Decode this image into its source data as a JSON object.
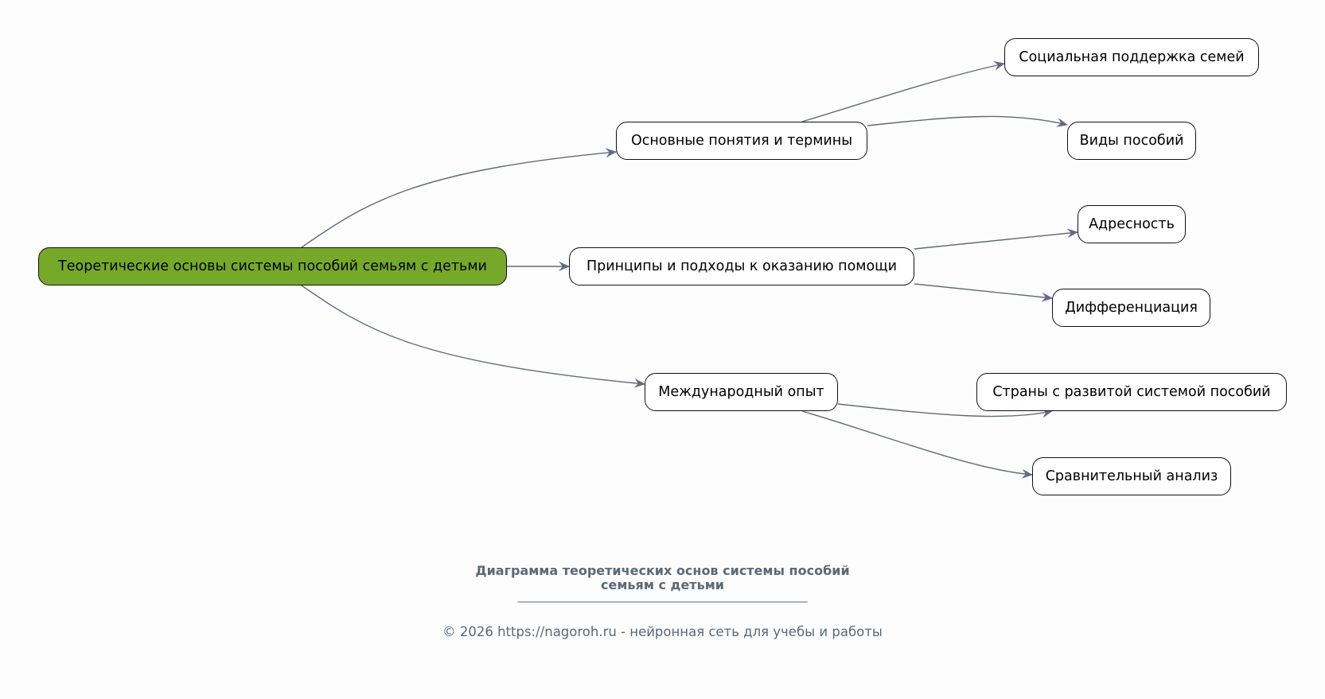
{
  "root": {
    "label": "Теоретические основы системы пособий семьям с детьми"
  },
  "branches": [
    {
      "label": "Основные понятия и термины",
      "children": [
        "Социальная поддержка семей",
        "Виды пособий"
      ]
    },
    {
      "label": "Принципы и подходы к оказанию помощи",
      "children": [
        "Адресность",
        "Дифференциация"
      ]
    },
    {
      "label": "Международный опыт",
      "children": [
        "Страны с развитой системой пособий",
        "Сравнительный анализ"
      ]
    }
  ],
  "footer": {
    "title_line1": "Диаграмма теоретических основ системы пособий",
    "title_line2": "семьям с детьми",
    "separator": "____________________________________________________",
    "copyright": "© 2026 https://nagoroh.ru - нейронная сеть для учебы и работы"
  },
  "colors": {
    "root_fill": "#76a92a",
    "edge": "#5f6b7a",
    "arrow": "#66668a"
  }
}
